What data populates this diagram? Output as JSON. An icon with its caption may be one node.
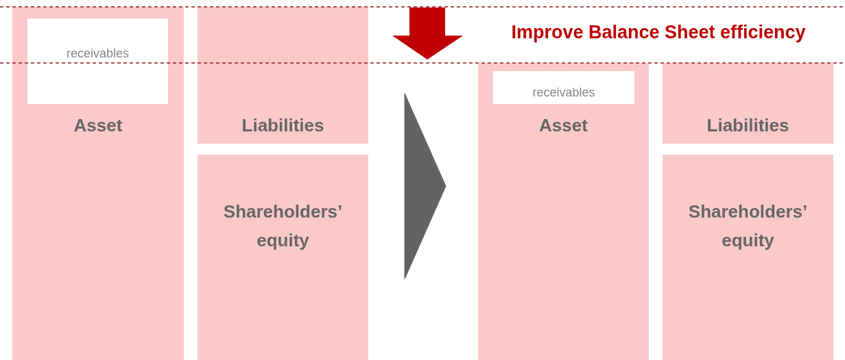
{
  "diagram": {
    "nodes": [
      {
        "text": [
          "Asset"
        ]
      },
      {
        "text": [
          "receivables"
        ],
        "in": 0
      },
      {
        "text": [
          "Liabilities"
        ]
      },
      {
        "text": [
          "Shareholders’ equity"
        ]
      },
      {
        "text": [
          "Asset"
        ]
      },
      {
        "text": [
          "receivables"
        ],
        "in": 4
      },
      {
        "text": [
          "Liabilities"
        ]
      },
      {
        "text": [
          "Shareholders’ equity"
        ]
      }
    ],
    "edges": [
      {
        "from": 3,
        "to": 4,
        "arrow": "to"
      }
    ],
    "labels": [
      "Improve Balance Sheet efficiency"
    ]
  }
}
